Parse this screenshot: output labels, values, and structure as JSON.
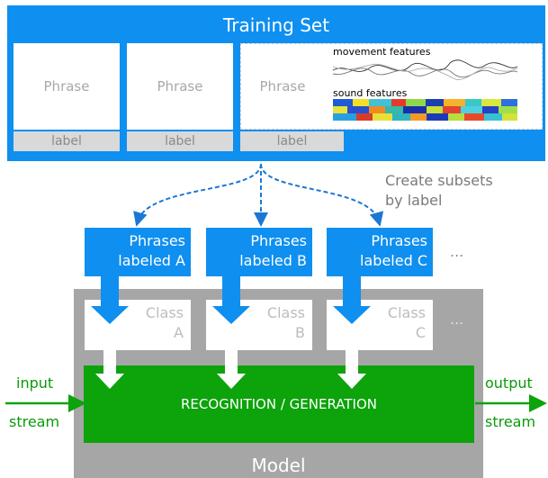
{
  "training_set": {
    "title": "Training Set",
    "phrases": [
      "Phrase",
      "Phrase",
      "Phrase"
    ],
    "labels": [
      "label",
      "label",
      "label"
    ],
    "movement_label": "movement features",
    "sound_label": "sound features",
    "ellipsis": "..."
  },
  "subset_note": {
    "line1": "Create subsets",
    "line2": "by label"
  },
  "subsets": [
    {
      "line1": "Phrases",
      "line2": "labeled A"
    },
    {
      "line1": "Phrases",
      "line2": "labeled B"
    },
    {
      "line1": "Phrases",
      "line2": "labeled C"
    }
  ],
  "subsets_ellipsis": "...",
  "classes": [
    {
      "line1": "Class",
      "line2": "A"
    },
    {
      "line1": "Class",
      "line2": "B"
    },
    {
      "line1": "Class",
      "line2": "C"
    }
  ],
  "classes_ellipsis": "...",
  "recognition_label": "RECOGNITION / GENERATION",
  "model_title": "Model",
  "input": {
    "line1": "input",
    "line2": "stream"
  },
  "output": {
    "line1": "output",
    "line2": "stream"
  },
  "colors": {
    "blue": "#0f8ff0",
    "green": "#0ca30b",
    "model_grey": "#a6a6a6",
    "dashed_arrow": "#1a78d4"
  }
}
